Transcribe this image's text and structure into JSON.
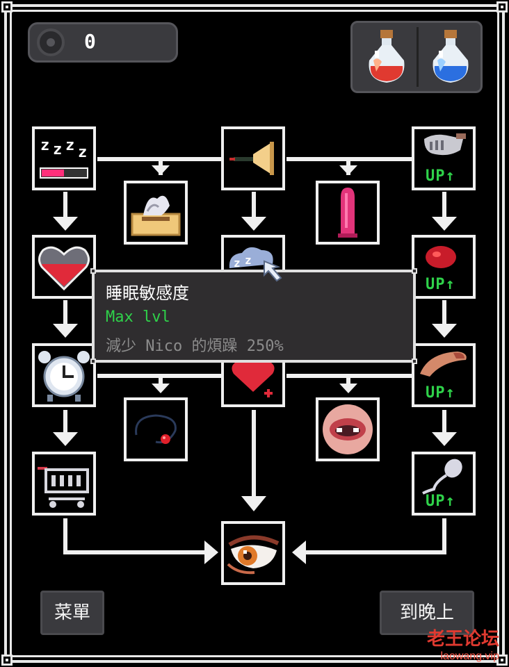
{
  "hud": {
    "coin_count": "0",
    "potions": [
      "red-potion-icon",
      "blue-potion-icon"
    ]
  },
  "skill_tree": {
    "nodes": [
      {
        "name": "sleep-node",
        "icon": "sleep-zzz-icon"
      },
      {
        "name": "flashlight-node",
        "icon": "flashlight-icon"
      },
      {
        "name": "hand-up-node",
        "icon": "hand-icon",
        "badge": "UP↑"
      },
      {
        "name": "tissue-box-node",
        "icon": "tissue-box-icon"
      },
      {
        "name": "condom-node",
        "icon": "condom-icon"
      },
      {
        "name": "heart-node",
        "icon": "heart-icon"
      },
      {
        "name": "sleep-sensitivity-node",
        "icon": "sleep-cloud-icon"
      },
      {
        "name": "red-up-node",
        "icon": "red-blob-icon",
        "badge": "UP↑"
      },
      {
        "name": "alarm-clock-node",
        "icon": "alarm-clock-icon"
      },
      {
        "name": "heart-plus-node",
        "icon": "heart-plus-icon"
      },
      {
        "name": "tongue-up-node",
        "icon": "tongue-icon",
        "badge": "UP↑"
      },
      {
        "name": "bead-node",
        "icon": "bead-icon"
      },
      {
        "name": "mouth-node",
        "icon": "mouth-icon"
      },
      {
        "name": "cart-node",
        "icon": "shopping-cart-icon"
      },
      {
        "name": "sperm-up-node",
        "icon": "sperm-icon",
        "badge": "UP↑"
      },
      {
        "name": "eye-node",
        "icon": "eye-icon"
      }
    ]
  },
  "tooltip": {
    "title": "睡眠敏感度",
    "level": "Max lvl",
    "description": "減少 Nico 的煩躁 250%"
  },
  "buttons": {
    "menu": "菜單",
    "to_night": "到晚上"
  },
  "watermark": {
    "cn": "老王论坛",
    "en": "laowang.vip"
  },
  "colors": {
    "background": "#000000",
    "panel": "#3a3a3e",
    "border": "#f0f0f0",
    "up_green": "#2fd24a"
  }
}
